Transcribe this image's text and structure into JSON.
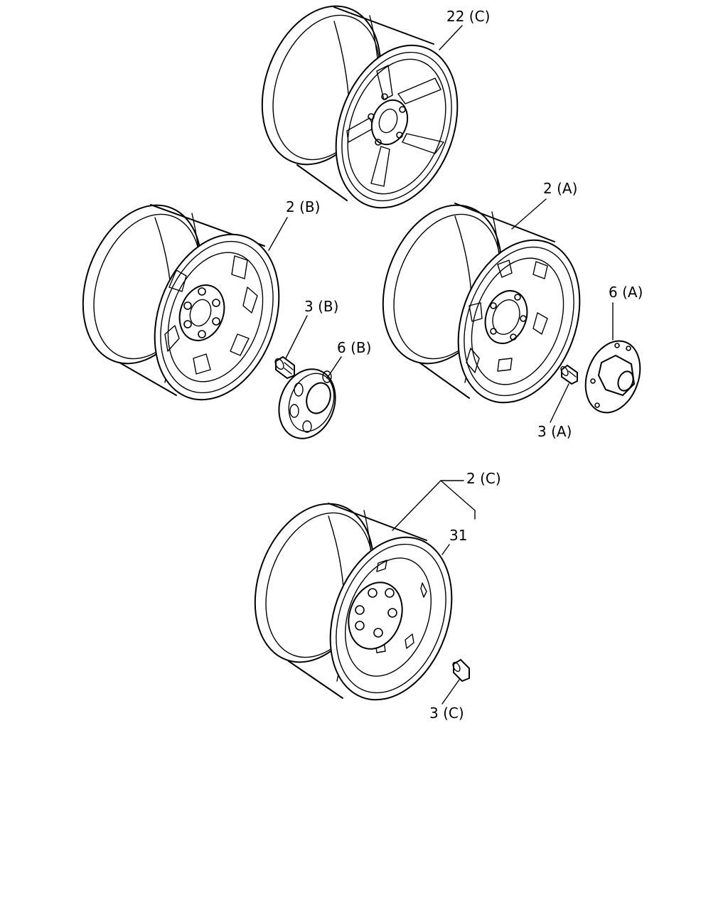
{
  "labels": {
    "wheel_22c": "22 (C)",
    "wheel_2b": "2 (B)",
    "wheel_2a": "2 (A)",
    "nut_3b": "3 (B)",
    "cap_6b": "6 (B)",
    "cap_6a": "6 (A)",
    "nut_3a": "3 (A)",
    "wheel_2c": "2 (C)",
    "weight_31": "31",
    "nut_3c": "3 (C)"
  }
}
